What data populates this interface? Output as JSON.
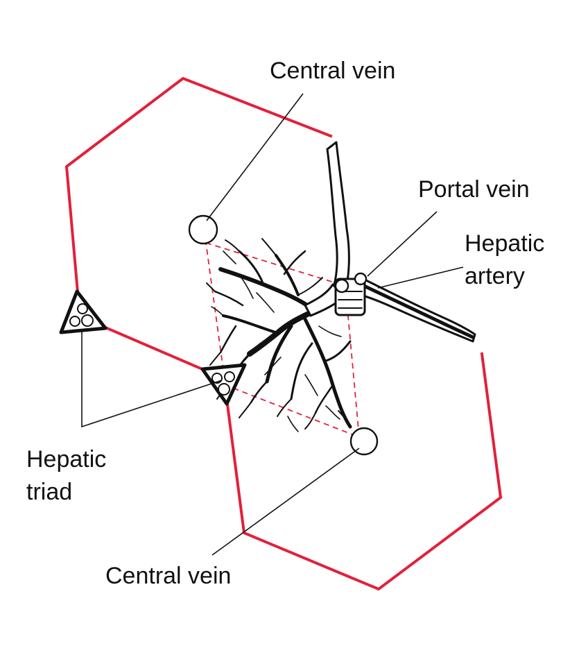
{
  "labels": {
    "central_vein_top": "Central vein",
    "portal_vein": "Portal vein",
    "hepatic_artery_line1": "Hepatic",
    "hepatic_artery_line2": "artery",
    "hepatic_triad_line1": "Hepatic",
    "hepatic_triad_line2": "triad",
    "central_vein_bottom": "Central vein"
  },
  "colors": {
    "lobule_outline": "#e2203a",
    "acinus_outline": "#e2203a",
    "ink": "#111111"
  },
  "icons": {
    "central_vein": "circle",
    "hepatic_triad": "triangle-with-three-circles"
  }
}
